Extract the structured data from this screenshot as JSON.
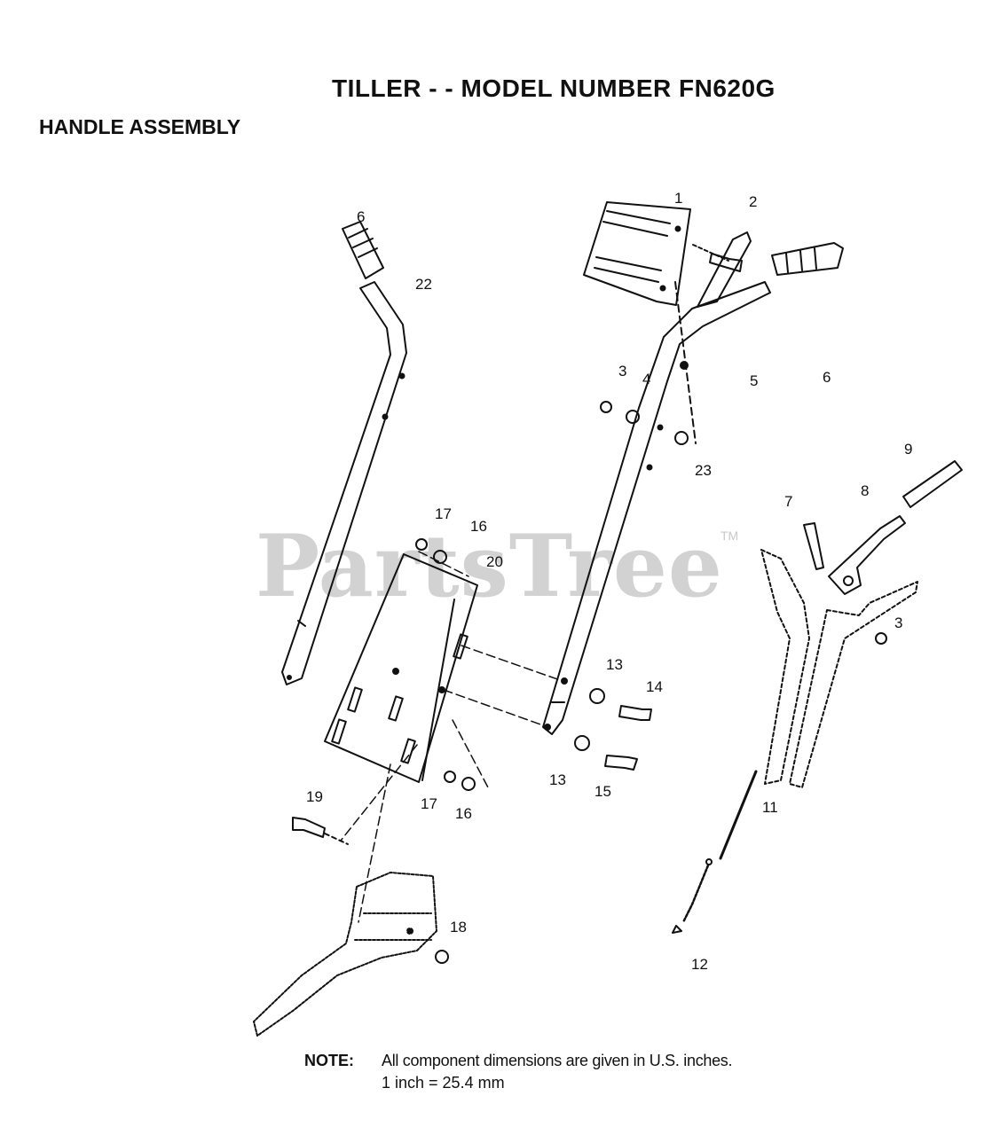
{
  "header": {
    "title": "TILLER - - MODEL NUMBER FN620G",
    "section": "HANDLE ASSEMBLY"
  },
  "watermark": {
    "text": "PartsTree",
    "tm": "TM"
  },
  "callouts": [
    {
      "id": "c1",
      "label": "1"
    },
    {
      "id": "c2",
      "label": "2"
    },
    {
      "id": "c3a",
      "label": "3"
    },
    {
      "id": "c4",
      "label": "4"
    },
    {
      "id": "c5",
      "label": "5"
    },
    {
      "id": "c6a",
      "label": "6"
    },
    {
      "id": "c6b",
      "label": "6"
    },
    {
      "id": "c22",
      "label": "22"
    },
    {
      "id": "c23",
      "label": "23"
    },
    {
      "id": "c9",
      "label": "9"
    },
    {
      "id": "c8",
      "label": "8"
    },
    {
      "id": "c7",
      "label": "7"
    },
    {
      "id": "c3b",
      "label": "3"
    },
    {
      "id": "c17a",
      "label": "17"
    },
    {
      "id": "c16a",
      "label": "16"
    },
    {
      "id": "c20",
      "label": "20"
    },
    {
      "id": "c13a",
      "label": "13"
    },
    {
      "id": "c14",
      "label": "14"
    },
    {
      "id": "c13b",
      "label": "13"
    },
    {
      "id": "c15",
      "label": "15"
    },
    {
      "id": "c11",
      "label": "11"
    },
    {
      "id": "c19",
      "label": "19"
    },
    {
      "id": "c17b",
      "label": "17"
    },
    {
      "id": "c16b",
      "label": "16"
    },
    {
      "id": "c18",
      "label": "18"
    },
    {
      "id": "c12",
      "label": "12"
    }
  ],
  "note": {
    "label": "NOTE:",
    "line1": "All component dimensions are given in U.S. inches.",
    "line2": "1 inch = 25.4 mm"
  }
}
